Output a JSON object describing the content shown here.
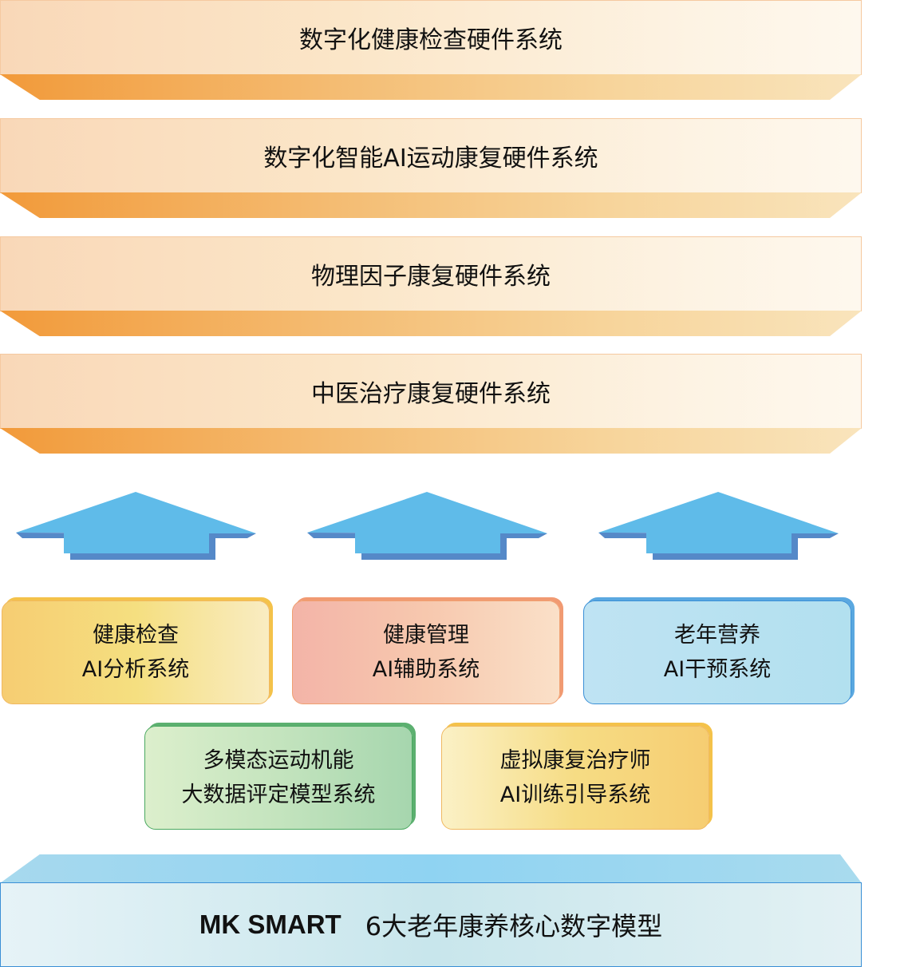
{
  "layers": [
    "数字化健康检查硬件系统",
    "数字化智能AI运动康复硬件系统",
    "物理因子康复硬件系统",
    "中医治疗康复硬件系统"
  ],
  "boxes": [
    {
      "line1": "健康检查",
      "line2": "AI分析系统"
    },
    {
      "line1": "健康管理",
      "line2": "AI辅助系统"
    },
    {
      "line1": "老年营养",
      "line2": "AI干预系统"
    },
    {
      "line1": "多模态运动机能",
      "line2": "大数据评定模型系统"
    },
    {
      "line1": "虚拟康复治疗师",
      "line2": "AI训练引导系统"
    }
  ],
  "base": {
    "brand": "MK SMART",
    "title": "6大老年康养核心数字模型"
  },
  "colors": {
    "arrow": "#5fbbe9",
    "arrow_shadow": "#5589c8",
    "accent_orange": "#f29a3a"
  }
}
